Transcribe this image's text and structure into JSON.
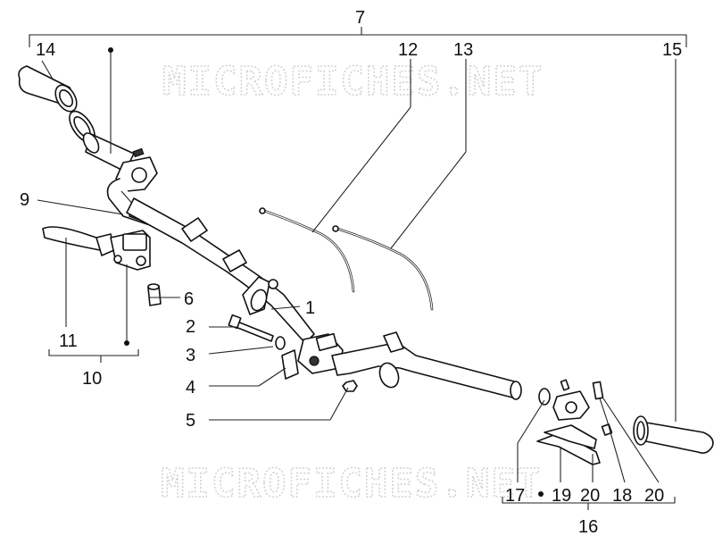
{
  "watermark": "MICROFICHES.NET",
  "callouts": [
    {
      "id": "1",
      "text": "1"
    },
    {
      "id": "2",
      "text": "2"
    },
    {
      "id": "3",
      "text": "3"
    },
    {
      "id": "4",
      "text": "4"
    },
    {
      "id": "5",
      "text": "5"
    },
    {
      "id": "6",
      "text": "6"
    },
    {
      "id": "7",
      "text": "7"
    },
    {
      "id": "9",
      "text": "9"
    },
    {
      "id": "10",
      "text": "10"
    },
    {
      "id": "11",
      "text": "11"
    },
    {
      "id": "12",
      "text": "12"
    },
    {
      "id": "13",
      "text": "13"
    },
    {
      "id": "14",
      "text": "14"
    },
    {
      "id": "15",
      "text": "15"
    },
    {
      "id": "16",
      "text": "16"
    },
    {
      "id": "17",
      "text": "17"
    },
    {
      "id": "18",
      "text": "18"
    },
    {
      "id": "19",
      "text": "19"
    },
    {
      "id": "20a",
      "text": "20"
    },
    {
      "id": "20b",
      "text": "20"
    }
  ]
}
